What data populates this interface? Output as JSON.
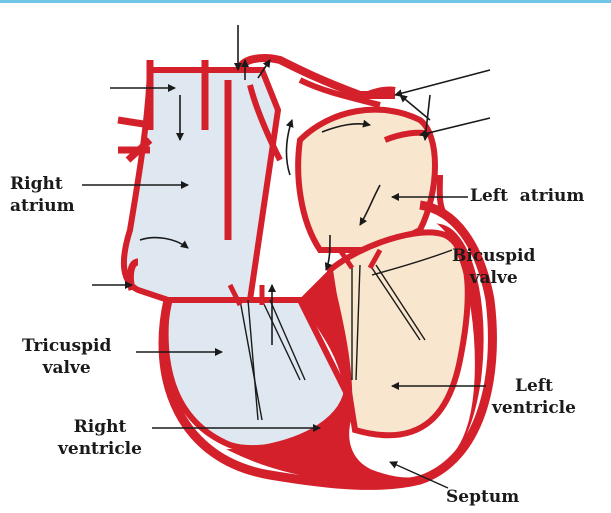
{
  "labels": {
    "right_atrium_line1": "Right",
    "right_atrium_line2": "atrium",
    "left_atrium": "Left  atrium",
    "bicuspid_line1": "Bicuspid",
    "bicuspid_line2": "valve",
    "tricuspid_line1": "Tricuspid",
    "tricuspid_line2": "valve",
    "left_ventricle_line1": "Left",
    "left_ventricle_line2": "ventricle",
    "right_ventricle_line1": "Right",
    "right_ventricle_line2": "ventricle",
    "septum": "Septum"
  },
  "colors": {
    "muscle": "#d4202a",
    "deoxygenated_blood": "#dfe8f1",
    "oxygenated_blood": "#f8e6cf",
    "top_border": "#6fc6e6",
    "label_text": "#1a1a1a"
  }
}
